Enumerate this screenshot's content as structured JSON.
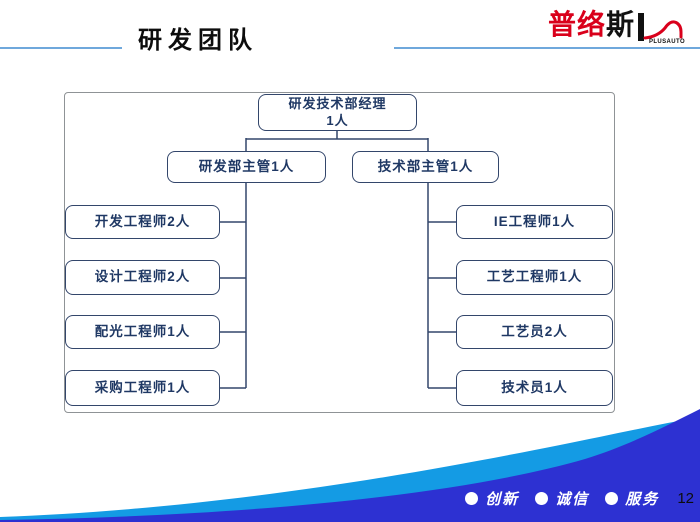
{
  "slide": {
    "title": "研发团队",
    "page_number": "12"
  },
  "logo": {
    "char1": "普",
    "char2": "络",
    "char3": "斯",
    "subtext": "PLUSAUTO"
  },
  "org_chart": {
    "root_label": "研发技术部经理",
    "root_count": "1人",
    "managers": [
      "研发部主管1人",
      "技术部主管1人"
    ],
    "left_branch": [
      "开发工程师2人",
      "设计工程师2人",
      "配光工程师1人",
      "采购工程师1人"
    ],
    "right_branch": [
      "IE工程师1人",
      "工艺工程师1人",
      "工艺员2人",
      "技术员1人"
    ]
  },
  "footer": {
    "mottos": [
      "创新",
      "诚信",
      "服务"
    ]
  },
  "colors": {
    "accent_line": "#6FA8DC",
    "node_border": "#33466B",
    "node_text": "#1F3864",
    "wave_light": "#149BE4",
    "wave_dark": "#2D31D2",
    "logo_red": "#D9001B"
  }
}
